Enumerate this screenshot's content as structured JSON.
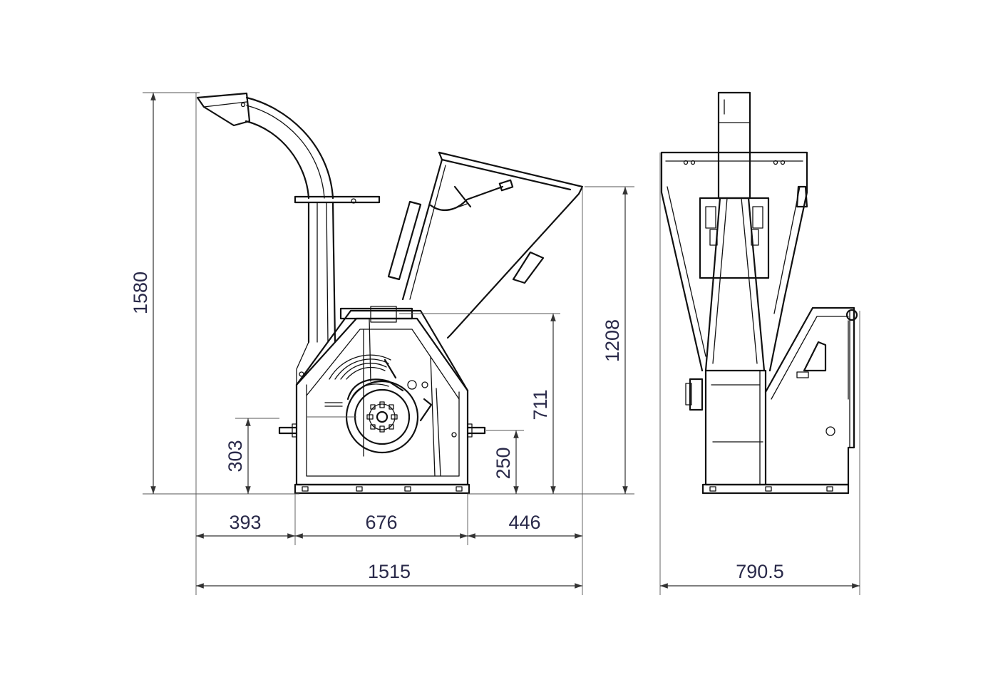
{
  "colors": {
    "line": "#111111",
    "dimension_text": "#2a2a4a",
    "background": "#ffffff"
  },
  "dimensions": {
    "overall_height": "1580",
    "hopper_height": "1208",
    "inlet_height": "711",
    "left_axle_height": "303",
    "right_axle_height": "250",
    "left_offset": "393",
    "frame_width": "676",
    "right_offset": "446",
    "overall_length": "1515",
    "side_width": "790.5"
  }
}
